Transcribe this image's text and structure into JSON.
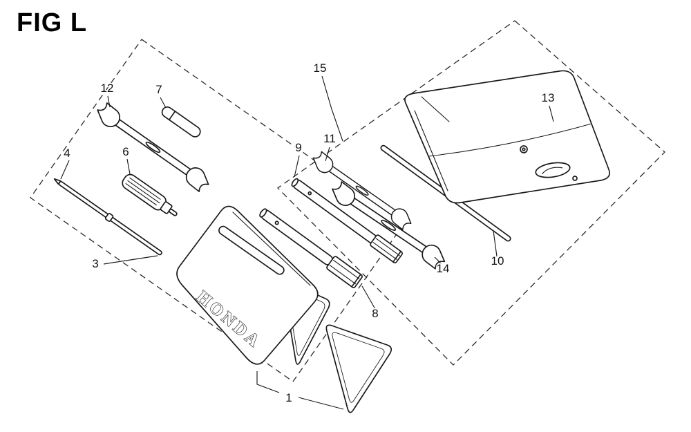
{
  "figure": {
    "title": "FIG L"
  },
  "bag": {
    "brand": "HONDA"
  },
  "callouts": {
    "c1": "1",
    "c3": "3",
    "c4": "4",
    "c6": "6",
    "c7": "7",
    "c8": "8",
    "c9": "9",
    "c10": "10",
    "c11": "11",
    "c12": "12",
    "c13": "13",
    "c14": "14",
    "c15": "15"
  },
  "colors": {
    "background": "#ffffff",
    "line": "#1a1a1a",
    "dash": "#2b2b2b"
  }
}
